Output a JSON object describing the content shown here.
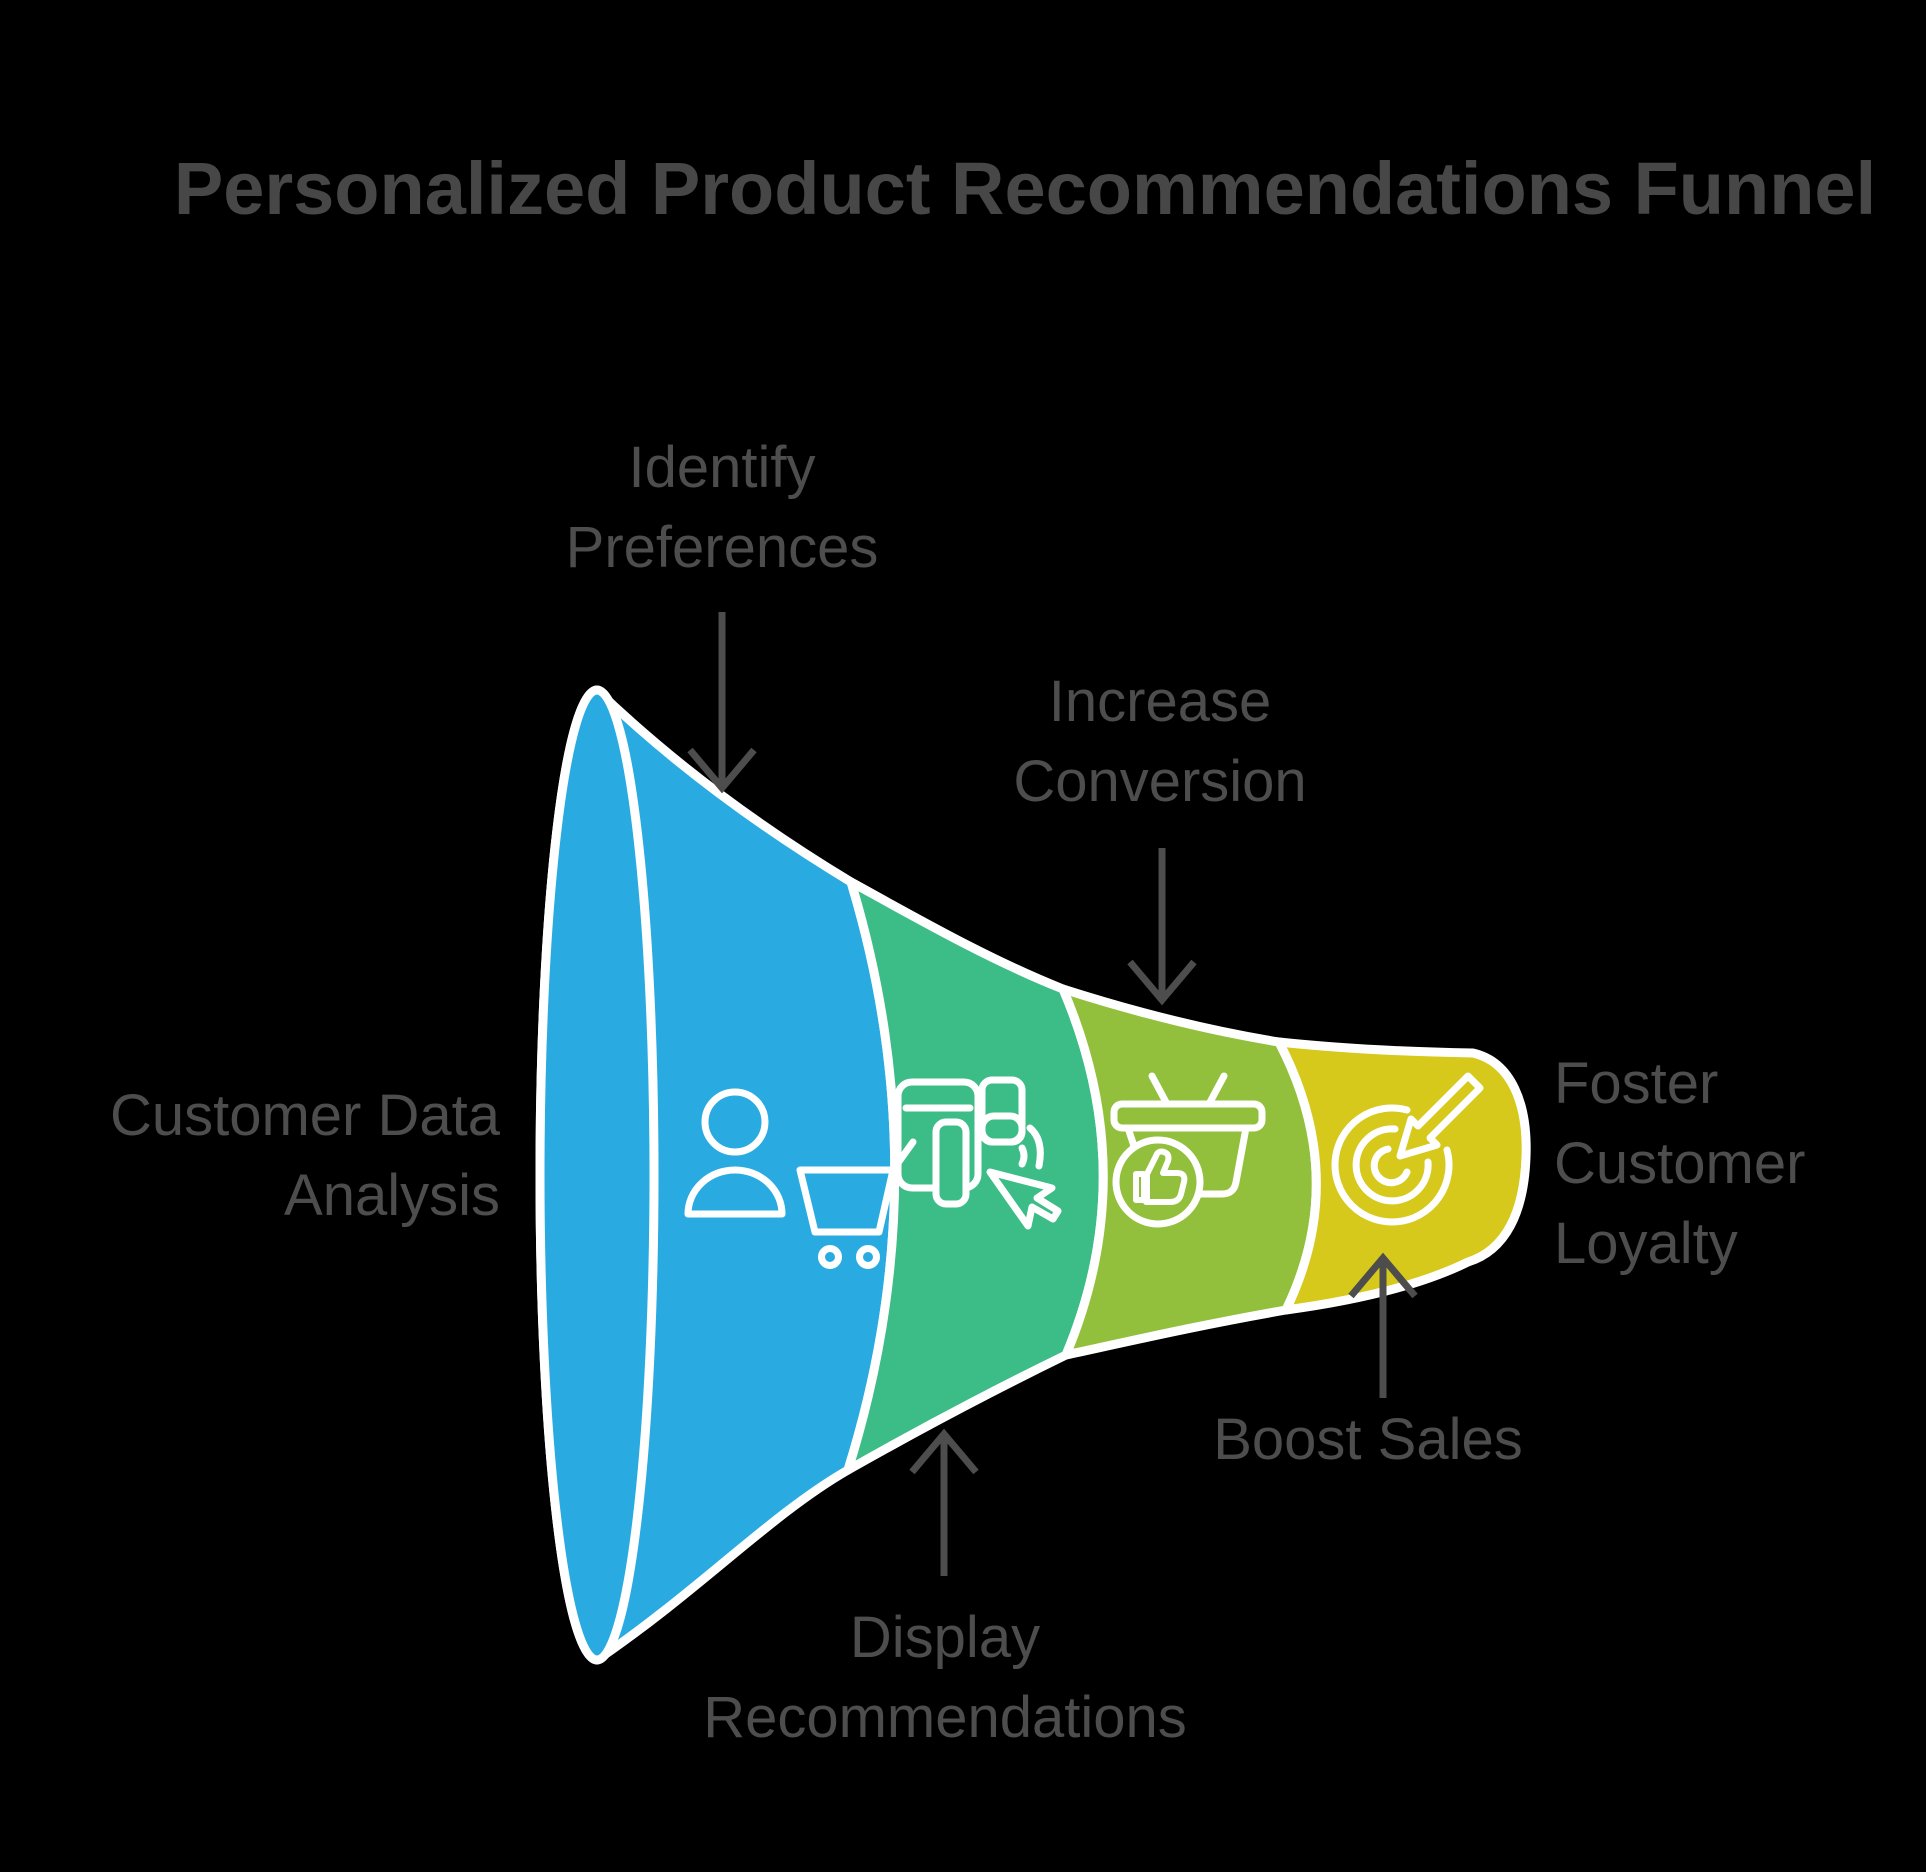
{
  "title": "Personalized Product Recommendations Funnel",
  "colors": {
    "background": "#000000",
    "title_text": "#474747",
    "label_text": "#4D4D4D",
    "arrow": "#4D4D4D",
    "outline": "#FFFFFF",
    "stage_blue": "#29ABE2",
    "stage_green": "#3CBC86",
    "stage_yellow_green": "#92C03C",
    "stage_yellow": "#D6C91B"
  },
  "stages": [
    {
      "label": "Customer Data Analysis",
      "part": "funnel-mouth",
      "color": "#29ABE2",
      "icon": null,
      "label_side": "left"
    },
    {
      "label": "Identify Preferences",
      "part": "segment-1",
      "color": "#29ABE2",
      "icon": "person-shopping-cart-icon",
      "label_side": "top"
    },
    {
      "label": "Display Recommendations",
      "part": "segment-2",
      "color": "#3CBC86",
      "icon": "devices-cursor-icon",
      "label_side": "bottom"
    },
    {
      "label": "Increase Conversion",
      "part": "segment-3",
      "color": "#92C03C",
      "icon": "basket-thumbs-up-icon",
      "label_side": "top"
    },
    {
      "label": "Boost Sales",
      "part": "segment-4",
      "color": "#D6C91B",
      "icon": "target-arrow-icon",
      "label_side": "bottom"
    },
    {
      "label": "Foster Customer Loyalty",
      "part": "funnel-outlet",
      "color": "#D6C91B",
      "icon": null,
      "label_side": "right"
    }
  ]
}
